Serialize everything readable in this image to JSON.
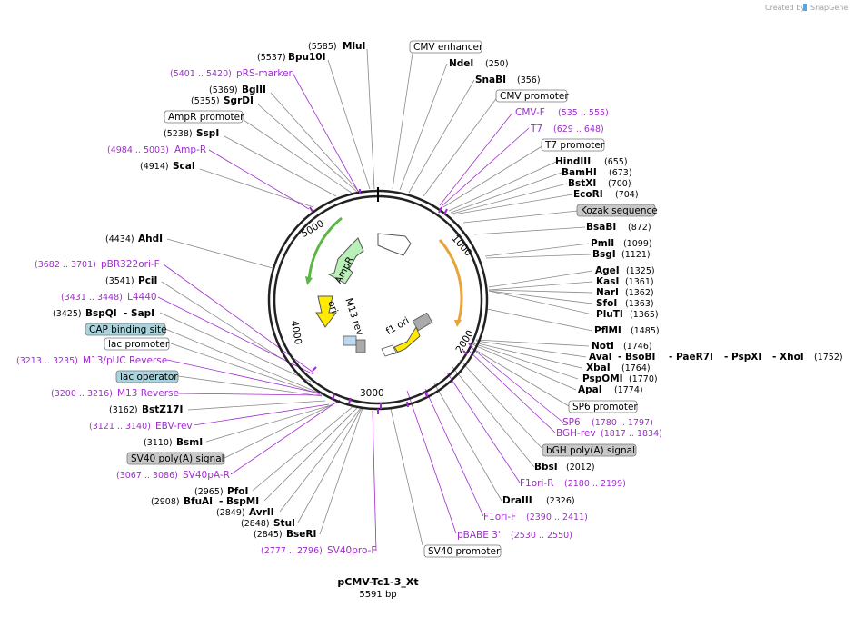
{
  "credit": {
    "text": "Created by",
    "brand": "SnapGene"
  },
  "plasmid": {
    "name": "pCMV-Tc1-3_Xt",
    "length_label": "5591 bp"
  },
  "ring_ticks": [
    "1000",
    "2000",
    "3000",
    "4000",
    "5000"
  ],
  "features": [
    "AmpR",
    "M13 rev",
    "ori",
    "f1 ori"
  ],
  "enzymes": [
    {
      "name": "MluI",
      "pos": "(5585)"
    },
    {
      "name": "Bpu10I",
      "pos": "(5537)"
    },
    {
      "name": "BglII",
      "pos": "(5369)"
    },
    {
      "name": "SgrDI",
      "pos": "(5355)"
    },
    {
      "name": "SspI",
      "pos": "(5238)"
    },
    {
      "name": "ScaI",
      "pos": "(4914)"
    },
    {
      "name": "AhdI",
      "pos": "(4434)"
    },
    {
      "name": "PciI",
      "pos": "(3541)"
    },
    {
      "name": "BspQI",
      "pos": "(3425)",
      "extra": "- SapI"
    },
    {
      "name": "BstZ17I",
      "pos": "(3162)"
    },
    {
      "name": "BsmI",
      "pos": "(3110)"
    },
    {
      "name": "PfoI",
      "pos": "(2965)"
    },
    {
      "name": "BfuAI",
      "pos": "(2908)",
      "extra": "- BspMI"
    },
    {
      "name": "AvrII",
      "pos": "(2849)"
    },
    {
      "name": "StuI",
      "pos": "(2848)"
    },
    {
      "name": "BseRI",
      "pos": "(2845)"
    },
    {
      "name": "NdeI",
      "pos": "(250)"
    },
    {
      "name": "SnaBI",
      "pos": "(356)"
    },
    {
      "name": "HindIII",
      "pos": "(655)"
    },
    {
      "name": "BamHI",
      "pos": "(673)"
    },
    {
      "name": "BstXI",
      "pos": "(700)"
    },
    {
      "name": "EcoRI",
      "pos": "(704)"
    },
    {
      "name": "BsaBI",
      "pos": "(872)"
    },
    {
      "name": "PmlI",
      "pos": "(1099)"
    },
    {
      "name": "BsgI",
      "pos": "(1121)"
    },
    {
      "name": "AgeI",
      "pos": "(1325)"
    },
    {
      "name": "KasI",
      "pos": "(1361)"
    },
    {
      "name": "NarI",
      "pos": "(1362)"
    },
    {
      "name": "SfoI",
      "pos": "(1363)"
    },
    {
      "name": "PluTI",
      "pos": "(1365)"
    },
    {
      "name": "PflMI",
      "pos": "(1485)"
    },
    {
      "name": "NotI",
      "pos": "(1746)"
    },
    {
      "name": "AvaI",
      "extra": "- BsoBI",
      "extra2": "- PaeR7I",
      "extra3": "- PspXI",
      "extra4": "- XhoI",
      "pos": "(1752)"
    },
    {
      "name": "XbaI",
      "pos": "(1764)"
    },
    {
      "name": "PspOMI",
      "pos": "(1770)"
    },
    {
      "name": "ApaI",
      "pos": "(1774)"
    },
    {
      "name": "BbsI",
      "pos": "(2012)"
    },
    {
      "name": "DraIII",
      "pos": "(2326)"
    }
  ],
  "primers": [
    {
      "name": "pRS-marker",
      "range": "(5401 .. 5420)"
    },
    {
      "name": "Amp-R",
      "range": "(4984 .. 5003)"
    },
    {
      "name": "pBR322ori-F",
      "range": "(3682 .. 3701)"
    },
    {
      "name": "L4440",
      "range": "(3431 .. 3448)"
    },
    {
      "name": "M13/pUC Reverse",
      "range": "(3213 .. 3235)"
    },
    {
      "name": "M13 Reverse",
      "range": "(3200 .. 3216)"
    },
    {
      "name": "EBV-rev",
      "range": "(3121 .. 3140)"
    },
    {
      "name": "SV40pA-R",
      "range": "(3067 .. 3086)"
    },
    {
      "name": "SV40pro-F",
      "range": "(2777 .. 2796)"
    },
    {
      "name": "CMV-F",
      "range": "(535 .. 555)"
    },
    {
      "name": "T7",
      "range": "(629 .. 648)"
    },
    {
      "name": "SP6",
      "range": "(1780 .. 1797)"
    },
    {
      "name": "BGH-rev",
      "range": "(1817 .. 1834)"
    },
    {
      "name": "F1ori-R",
      "range": "(2180 .. 2199)"
    },
    {
      "name": "F1ori-F",
      "range": "(2390 .. 2411)"
    },
    {
      "name": "pBABE 3'",
      "range": "(2530 .. 2550)"
    }
  ],
  "boxes": [
    {
      "text": "CMV enhancer",
      "style": "white"
    },
    {
      "text": "CMV promoter",
      "style": "white"
    },
    {
      "text": "T7 promoter",
      "style": "white"
    },
    {
      "text": "Kozak sequence",
      "style": "gray"
    },
    {
      "text": "SP6 promoter",
      "style": "white"
    },
    {
      "text": "bGH poly(A) signal",
      "style": "gray"
    },
    {
      "text": "SV40 promoter",
      "style": "white"
    },
    {
      "text": "AmpR promoter",
      "style": "white"
    },
    {
      "text": "CAP binding site",
      "style": "blue"
    },
    {
      "text": "lac promoter",
      "style": "white"
    },
    {
      "text": "lac operator",
      "style": "blue"
    },
    {
      "text": "SV40 poly(A) signal",
      "style": "gray"
    }
  ]
}
